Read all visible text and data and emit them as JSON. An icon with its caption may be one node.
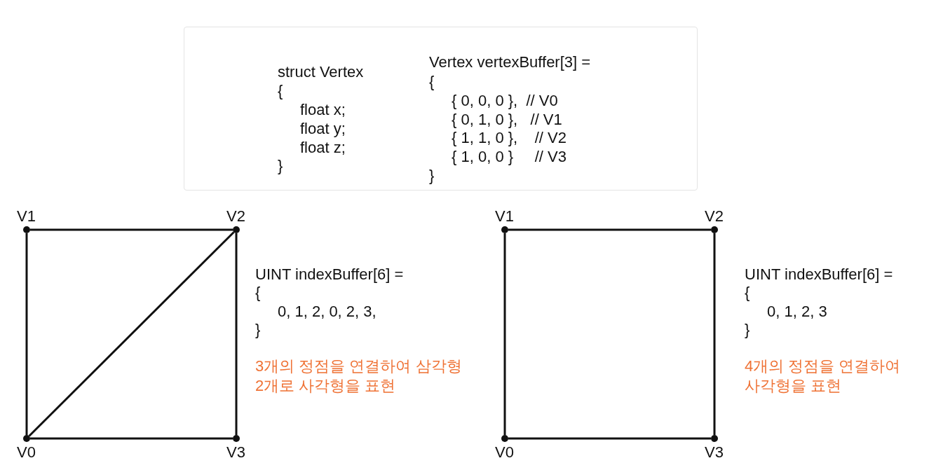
{
  "diagram": {
    "nodes": [
      {
        "text": [
          "struct Vertex",
          "{",
          "float x;",
          "float y;",
          "float z;",
          "}",
          "Vertex vertexBuffer[3] =",
          "{",
          "{ 0, 0, 0 },  // V0",
          "{ 0, 1, 0 },   // V1",
          "{ 1, 1, 0 },    // V2",
          "{ 1, 0, 0 }     // V3",
          "}"
        ]
      },
      {
        "text": [],
        "shape": "circle",
        "beside": [
          "V1"
        ]
      },
      {
        "text": [],
        "shape": "circle",
        "beside": [
          "V2"
        ]
      },
      {
        "text": [],
        "shape": "circle",
        "beside": [
          "V0"
        ]
      },
      {
        "text": [],
        "shape": "circle",
        "beside": [
          "V3"
        ]
      },
      {
        "text": [],
        "shape": "circle",
        "beside": [
          "V1"
        ]
      },
      {
        "text": [],
        "shape": "circle",
        "beside": [
          "V2"
        ]
      },
      {
        "text": [],
        "shape": "circle",
        "beside": [
          "V0"
        ]
      },
      {
        "text": [],
        "shape": "circle",
        "beside": [
          "V3"
        ]
      }
    ],
    "edges": [
      {
        "from": 3,
        "to": 1,
        "arrow": "none"
      },
      {
        "from": 1,
        "to": 2,
        "arrow": "none"
      },
      {
        "from": 2,
        "to": 4,
        "arrow": "none"
      },
      {
        "from": 4,
        "to": 3,
        "arrow": "none"
      },
      {
        "from": 3,
        "to": 2,
        "arrow": "none"
      },
      {
        "from": 7,
        "to": 5,
        "arrow": "none"
      },
      {
        "from": 5,
        "to": 6,
        "arrow": "none"
      },
      {
        "from": 6,
        "to": 8,
        "arrow": "none"
      },
      {
        "from": 8,
        "to": 7,
        "arrow": "none"
      }
    ],
    "labels": [
      "UINT indexBuffer[6] =",
      "{",
      "0, 1, 2, 0, 2, 3,",
      "}",
      "3개의 정점을 연결하여 삼각형 2개로 사각형을 표현",
      "UINT indexBuffer[6] =",
      "{",
      "0, 1, 2, 3",
      "}",
      "4개의 정점을 연결하여 사각형을 표현"
    ]
  }
}
